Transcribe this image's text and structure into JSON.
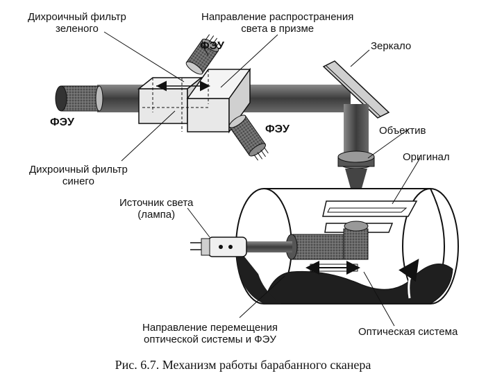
{
  "labels": {
    "dichroic_green": [
      "Дихроичный фильтр",
      "зеленого"
    ],
    "light_direction": [
      "Направление распространения",
      "света в призме"
    ],
    "pmt_top": "ФЭУ",
    "mirror": "Зеркало",
    "pmt_left": "ФЭУ",
    "pmt_right": "ФЭУ",
    "objective": "Объектив",
    "original": "Оригинал",
    "dichroic_blue": [
      "Дихроичный фильтр",
      "синего"
    ],
    "light_source": [
      "Источник света",
      "(лампа)"
    ],
    "movement_direction": [
      "Направление перемещения",
      "оптической системы и ФЭУ"
    ],
    "optical_system": "Оптическая система"
  },
  "caption": "Рис. 6.7. Механизм работы барабанного сканера",
  "colors": {
    "ink": "#111111",
    "beam": "#3a3a3a",
    "paper": "#ffffff"
  }
}
